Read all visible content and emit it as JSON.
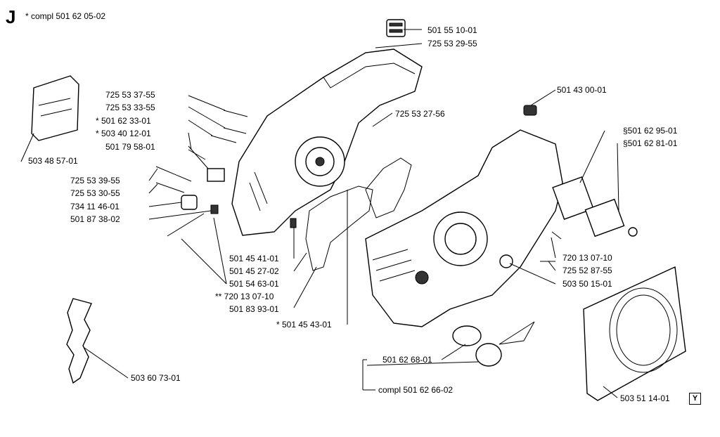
{
  "section": {
    "letter": "J",
    "kit": "* compl 501 62 05-02",
    "corner_mark": "Y"
  },
  "labels": {
    "p_501551001": "501 55 10-01",
    "p_725532955": "725 53 29-55",
    "p_725533755": "725 53 37-55",
    "p_725533355": "725 53 33-55",
    "p_501623301": "* 501 62 33-01",
    "p_503401201": "* 503 40 12-01",
    "p_501795801": "501 79 58-01",
    "p_725532756": "725 53 27-56",
    "p_503485701": "503 48 57-01",
    "p_725533955": "725 53 39-55",
    "p_725533055": "725 53 30-55",
    "p_734114601": "734 11 46-01",
    "p_501873802": "501 87 38-02",
    "p_501454101": "501 45 41-01",
    "p_501452702": "501 45 27-02",
    "p_501546301": "501 54 63-01",
    "p_720130710a": "** 720 13 07-10",
    "p_501838301": "501 83 93-01",
    "p_501454301": "* 501 45 43-01",
    "p_501430001": "501 43 00-01",
    "p_501629501": "§501 62 95-01",
    "p_501628101": "§501 62 81-01",
    "p_720130710b": "720 13 07-10",
    "p_725528755": "725 52 87-55",
    "p_503501501": "503 50 15-01",
    "p_503607301": "503 60 73-01",
    "p_501626801": "501 62 68-01",
    "p_compl": "compl 501 62 66-02",
    "p_503511401": "503 51 14-01"
  }
}
